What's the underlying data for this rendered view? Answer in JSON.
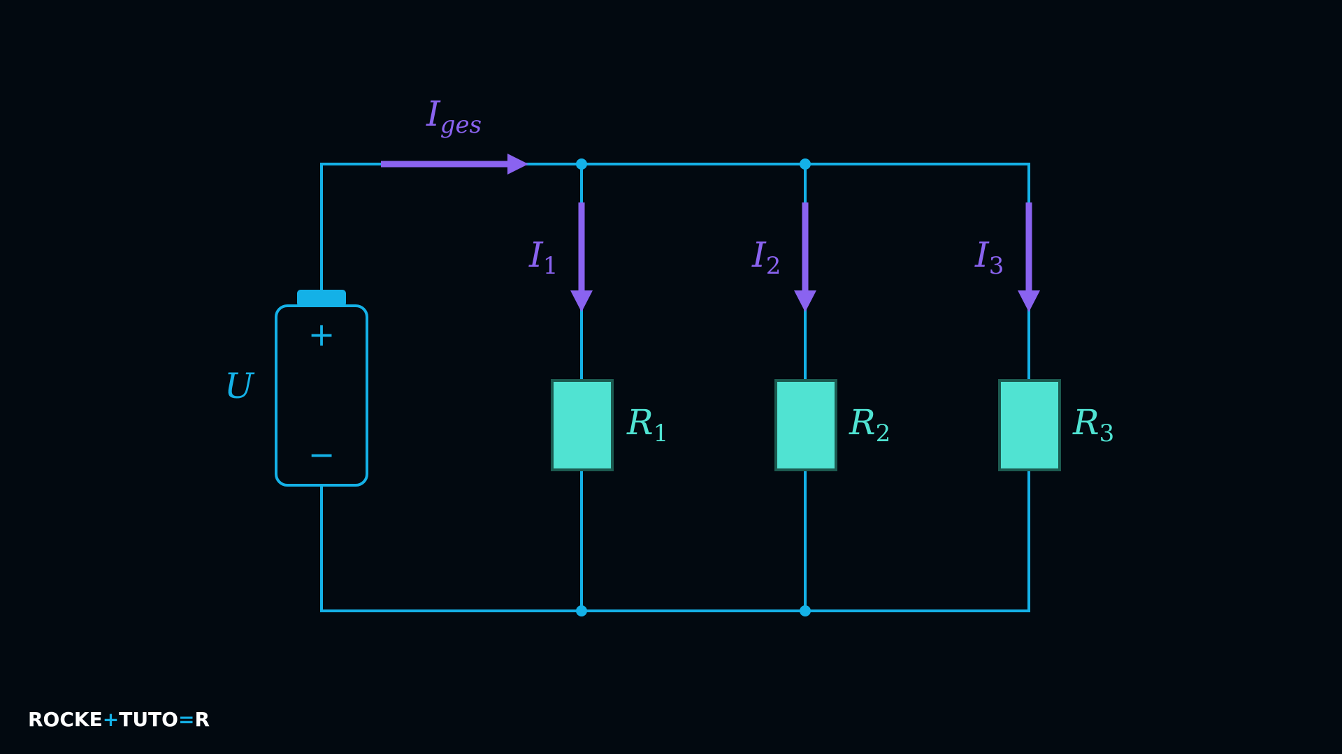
{
  "colors": {
    "background": "#020910",
    "wire": "#14b1e7",
    "current": "#8a63f0",
    "resistor_fill": "#50e3d2",
    "resistor_stroke": "#1c5a50",
    "battery": "#14b1e7",
    "logo": "#ffffff",
    "logo_accent": "#14b1e7"
  },
  "source": {
    "label": "U",
    "plus": "+",
    "minus": "−"
  },
  "currents": {
    "total": {
      "base": "I",
      "sub": "ges"
    },
    "branch1": {
      "base": "I",
      "sub": "1"
    },
    "branch2": {
      "base": "I",
      "sub": "2"
    },
    "branch3": {
      "base": "I",
      "sub": "3"
    }
  },
  "resistors": [
    {
      "base": "R",
      "sub": "1"
    },
    {
      "base": "R",
      "sub": "2"
    },
    {
      "base": "R",
      "sub": "3"
    }
  ],
  "logo": {
    "part1": "ROCKE",
    "accent1": "+",
    "part2": "TUTO",
    "accent2": "=",
    "part3": "R"
  }
}
